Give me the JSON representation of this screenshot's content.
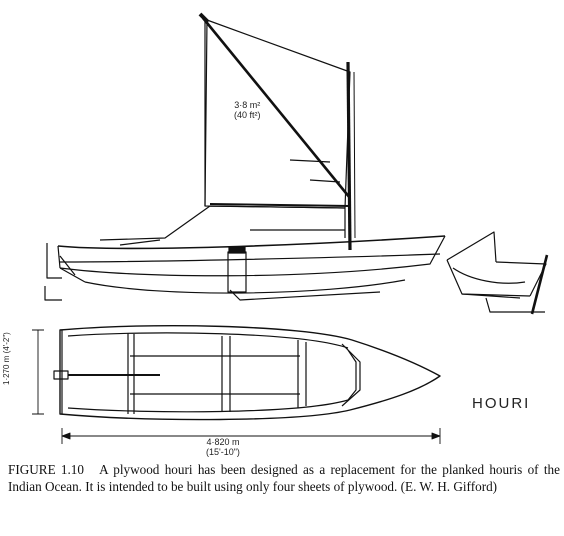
{
  "labels": {
    "sail_area_m": "3·8 m²",
    "sail_area_ft": "(40 ft²)",
    "beam_m": "1·270 m",
    "beam_ft": "(4'-2\")",
    "length_m": "4·820 m",
    "length_ft": "(15'-10\")",
    "boat_name": "HOURI"
  },
  "caption": {
    "figure_number": "FIGURE 1.10",
    "text": "A plywood houri has been designed as a replacement for the planked houris of the Indian Ocean. It is intended to be built using only four sheets of plywood. (E. W. H. Gifford)"
  },
  "colors": {
    "ink": "#111111",
    "paper": "#ffffff"
  }
}
